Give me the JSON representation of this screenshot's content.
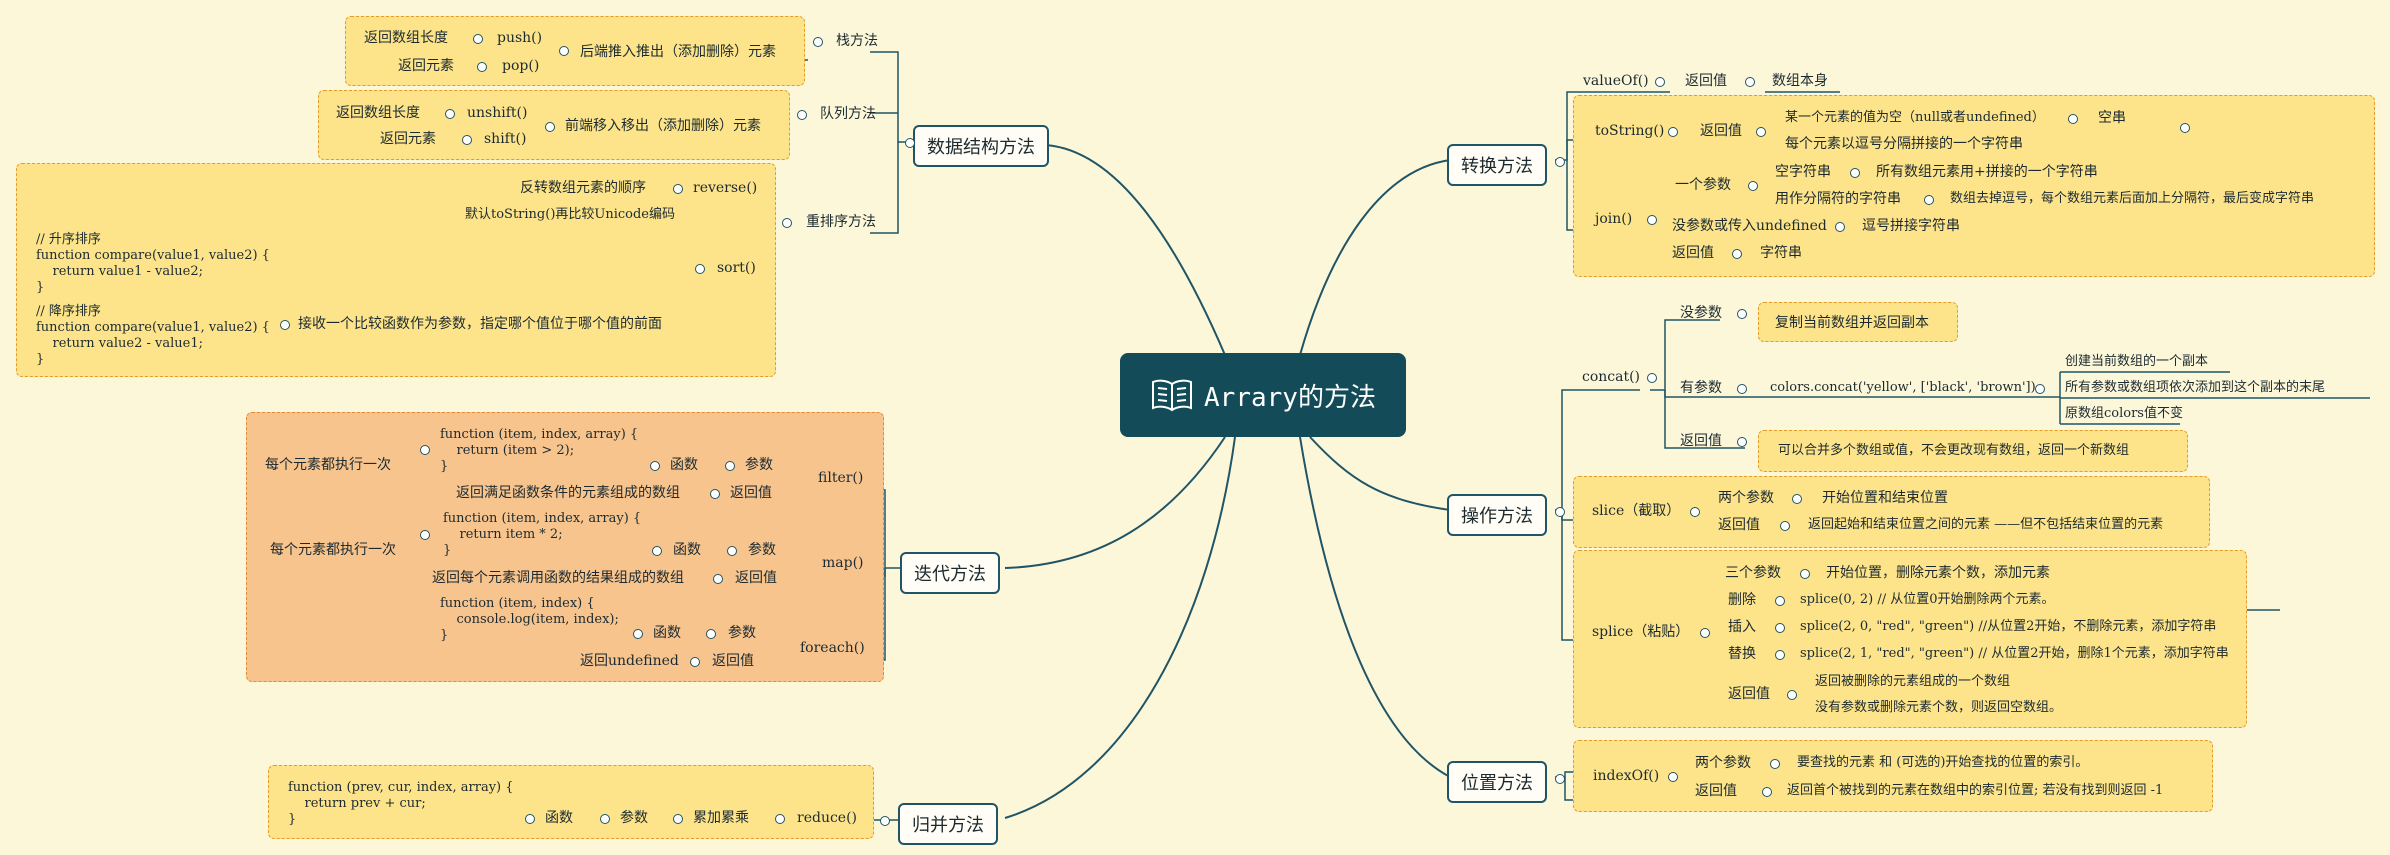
{
  "root": {
    "title": "Arrary的方法"
  },
  "left": {
    "ds": {
      "label": "数据结构方法",
      "stack": {
        "label": "栈方法",
        "desc": "后端推入推出（添加删除）元素",
        "push": "push()",
        "push_desc": "返回数组长度",
        "pop": "pop()",
        "pop_desc": "返回元素"
      },
      "queue": {
        "label": "队列方法",
        "desc": "前端移入移出（添加删除）元素",
        "unshift": "unshift()",
        "unshift_desc": "返回数组长度",
        "shift": "shift()",
        "shift_desc": "返回元素"
      },
      "reorder": {
        "label": "重排序方法",
        "reverse": "reverse()",
        "reverse_desc": "反转数组元素的顺序",
        "sort": "sort()",
        "sort_default": "默认toString()再比较Unicode编码",
        "sort_desc": "接收一个比较函数作为参数，指定哪个值位于哪个值的前面",
        "asc_code": "// 升序排序\nfunction compare(value1, value2) {\n    return value1 - value2;\n}",
        "desc_code": "// 降序排序\nfunction compare(value1, value2) {\n    return value2 - value1;\n}"
      }
    },
    "iter": {
      "label": "迭代方法",
      "filter": "filter()",
      "filter_code": "function (item, index, array) {\n    return (item > 2);\n}",
      "each_run": "每个元素都执行一次",
      "fn": "函数",
      "param": "参数",
      "ret": "返回值",
      "filter_ret": "返回满足函数条件的元素组成的数组",
      "map": "map()",
      "map_code": "function (item, index, array) {\n    return item * 2;\n}",
      "map_ret": "返回每个元素调用函数的结果组成的数组",
      "foreach": "foreach()",
      "foreach_code": "function (item, index) {\n    console.log(item, index);\n}",
      "foreach_ret": "返回undefined"
    },
    "merge": {
      "label": "归并方法",
      "reduce": "reduce()",
      "acc": "累加累乘",
      "fn": "函数",
      "param": "参数",
      "code": "function (prev, cur, index, array) {\n    return prev + cur;\n}"
    }
  },
  "right": {
    "conv": {
      "label": "转换方法",
      "valueOf": "valueOf()",
      "ret": "返回值",
      "valueOf_ret": "数组本身",
      "toString": "toString()",
      "ts_null": "某一个元素的值为空（null或者undefined）",
      "ts_empty": "空串",
      "ts_ret": "每个元素以逗号分隔拼接的一个字符串",
      "join": "join()",
      "one_param": "一个参数",
      "empty_str": "空字符串",
      "empty_str_desc": "所有数组元素用+拼接的一个字符串",
      "sep": "用作分隔符的字符串",
      "sep_desc": "数组去掉逗号，每个数组元素后面加上分隔符，最后变成字符串",
      "no_param": "没参数或传入undefined",
      "no_param_desc": "逗号拼接字符串",
      "join_ret": "返回值",
      "join_ret_v": "字符串"
    },
    "op": {
      "label": "操作方法",
      "concat": "concat()",
      "no_param": "没参数",
      "no_param_desc": "复制当前数组并返回副本",
      "has_param": "有参数",
      "has_param_code": "colors.concat('yellow', ['black', 'brown']);",
      "c1": "创建当前数组的一个副本",
      "c2": "所有参数或数组项依次添加到这个副本的末尾",
      "c3": "原数组colors值不变",
      "ret": "返回值",
      "concat_ret": "可以合并多个数组或值，不会更改现有数组，返回一个新数组",
      "slice": "slice（截取）",
      "two_param": "两个参数",
      "slice_param": "开始位置和结束位置",
      "slice_ret": "返回起始和结束位置之间的元素 ——但不包括结束位置的元素",
      "splice": "splice（粘贴）",
      "three_param": "三个参数",
      "splice_param": "开始位置，删除元素个数，添加元素",
      "del": "删除",
      "del_code": "splice(0, 2) // 从位置0开始删除两个元素。",
      "ins": "插入",
      "ins_code": "splice(2, 0, \"red\", \"green\") //从位置2开始，不删除元素，添加字符串",
      "rep": "替换",
      "rep_code": "splice(2, 1, \"red\", \"green\") // 从位置2开始，删除1个元素，添加字符串",
      "splice_ret1": "返回被删除的元素组成的一个数组",
      "splice_ret2": "没有参数或删除元素个数，则返回空数组。"
    },
    "pos": {
      "label": "位置方法",
      "indexOf": "indexOf()",
      "two_param": "两个参数",
      "param_desc": "要查找的元素 和 (可选的)开始查找的位置的索引。",
      "ret": "返回值",
      "ret_desc": "返回首个被找到的元素在数组中的索引位置; 若没有找到则返回 -1"
    }
  }
}
